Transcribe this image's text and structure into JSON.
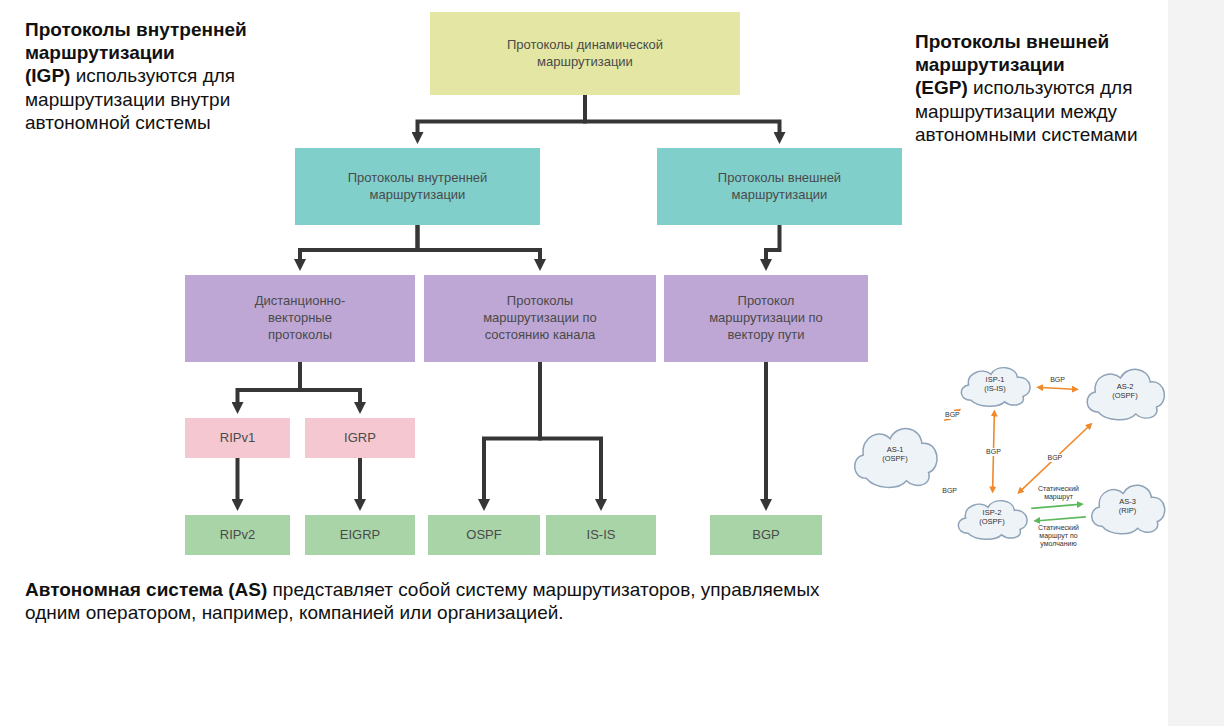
{
  "diagram": {
    "nodes": [
      {
        "text": [
          "Протоколы динамической маршрутизации"
        ]
      },
      {
        "text": [
          "Протоколы внутренней маршрутизации"
        ]
      },
      {
        "text": [
          "Протоколы внешней маршрутизации"
        ]
      },
      {
        "text": [
          "Дистанционно-векторные протоколы"
        ]
      },
      {
        "text": [
          "Протоколы маршрутизации по состоянию канала"
        ]
      },
      {
        "text": [
          "Протокол маршрутизации по вектору пути"
        ]
      },
      {
        "text": [
          "RIPv1"
        ]
      },
      {
        "text": [
          "IGRP"
        ]
      },
      {
        "text": [
          "RIPv2"
        ]
      },
      {
        "text": [
          "EIGRP"
        ]
      },
      {
        "text": [
          "OSPF"
        ]
      },
      {
        "text": [
          "IS-IS"
        ]
      },
      {
        "text": [
          "BGP"
        ]
      },
      {
        "text": [
          "ISP-1 (IS-IS)"
        ]
      },
      {
        "text": [
          "AS-2 (OSPF)"
        ]
      },
      {
        "text": [
          "AS-1 (OSPF)"
        ]
      },
      {
        "text": [
          "ISP-2 (OSPF)"
        ]
      },
      {
        "text": [
          "AS-3 (RIP)"
        ]
      }
    ],
    "edges": [
      {
        "from": 0,
        "to": 1,
        "arrow": "to"
      },
      {
        "from": 0,
        "to": 2,
        "arrow": "to"
      },
      {
        "from": 1,
        "to": 3,
        "arrow": "to"
      },
      {
        "from": 1,
        "to": 4,
        "arrow": "to"
      },
      {
        "from": 2,
        "to": 5,
        "arrow": "to"
      },
      {
        "from": 3,
        "to": 6,
        "arrow": "to"
      },
      {
        "from": 3,
        "to": 7,
        "arrow": "to"
      },
      {
        "from": 6,
        "to": 8,
        "arrow": "to"
      },
      {
        "from": 7,
        "to": 9,
        "arrow": "to"
      },
      {
        "from": 4,
        "to": 10,
        "arrow": "to"
      },
      {
        "from": 4,
        "to": 11,
        "arrow": "to"
      },
      {
        "from": 5,
        "to": 12,
        "arrow": "to"
      },
      {
        "from": 13,
        "to": 14,
        "label": "BGP",
        "arrow": "both"
      },
      {
        "from": 13,
        "to": 15,
        "label": "BGP",
        "arrow": "both"
      },
      {
        "from": 13,
        "to": 16,
        "label": "BGP",
        "arrow": "both"
      },
      {
        "from": 15,
        "to": 16,
        "label": "BGP",
        "arrow": "both"
      },
      {
        "from": 16,
        "to": 14,
        "label": "BGP",
        "arrow": "both"
      },
      {
        "from": 16,
        "to": 17,
        "label": "Статический маршрут",
        "arrow": "to"
      },
      {
        "from": 17,
        "to": 16,
        "label": "Статический маршрут по умолчанию",
        "arrow": "to"
      }
    ],
    "labels": [
      "Протоколы внутренней маршрутизации (IGP)",
      "используются для маршрутизации внутри автономной системы",
      "Протоколы внешней маршрутизации (EGP)",
      "используются для маршрутизации между автономными системами",
      "Автономная система (AS)",
      "представляет собой систему маршрутизаторов, управляемых одним оператором, например, компанией или организацией."
    ]
  }
}
